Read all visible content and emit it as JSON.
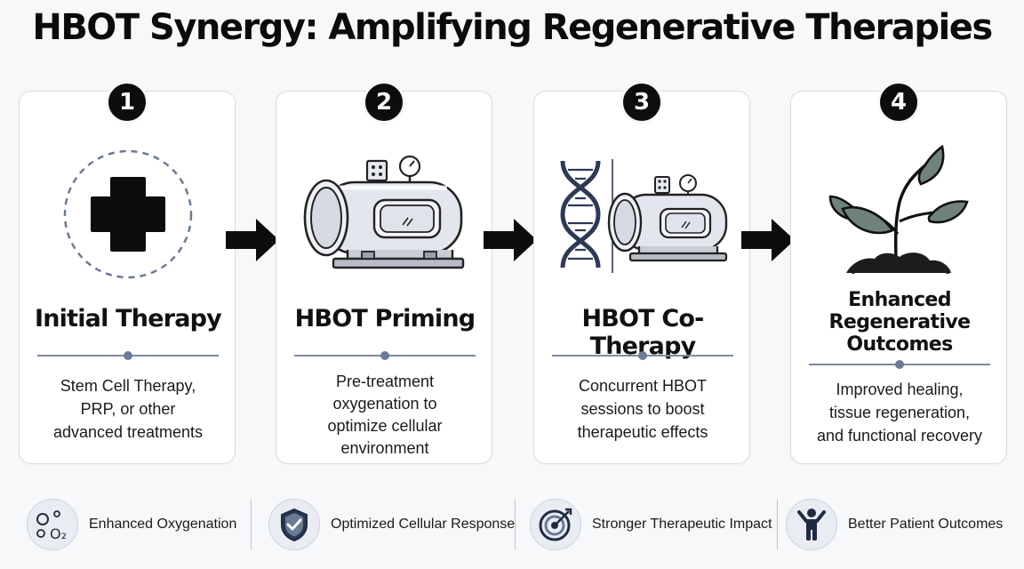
{
  "title": "HBOT Synergy: Amplifying Regenerative Therapies",
  "steps": [
    {
      "number": "1",
      "title": "Initial Therapy",
      "description": "Stem Cell Therapy,\nPRP, or other\nadvanced treatments",
      "icon": "medical-cross-icon"
    },
    {
      "number": "2",
      "title": "HBOT Priming",
      "description": "Pre-treatment\noxygenation to\noptimize cellular\nenvironment",
      "icon": "hyperbaric-chamber-icon"
    },
    {
      "number": "3",
      "title": "HBOT Co-Therapy",
      "description": "Concurrent HBOT\nsessions to boost\ntherapeutic effects",
      "icon": "dna-and-chamber-icon"
    },
    {
      "number": "4",
      "title": "Enhanced\nRegenerative\nOutcomes",
      "description": "Improved healing,\ntissue regeneration,\nand functional recovery",
      "icon": "sprouting-plant-icon"
    }
  ],
  "benefits": [
    {
      "label": "Enhanced Oxygenation",
      "icon": "oxygen-bubbles-icon",
      "icon_text": "O₂"
    },
    {
      "label": "Optimized Cellular Response",
      "icon": "shield-check-icon"
    },
    {
      "label": "Stronger Therapeutic Impact",
      "icon": "target-arrow-icon"
    },
    {
      "label": "Better Patient Outcomes",
      "icon": "person-cheering-icon"
    }
  ],
  "colors": {
    "accent": "#6b7a95",
    "leaf": "#6f837a",
    "dark": "#0d0d0d",
    "card_bg": "#ffffff"
  }
}
